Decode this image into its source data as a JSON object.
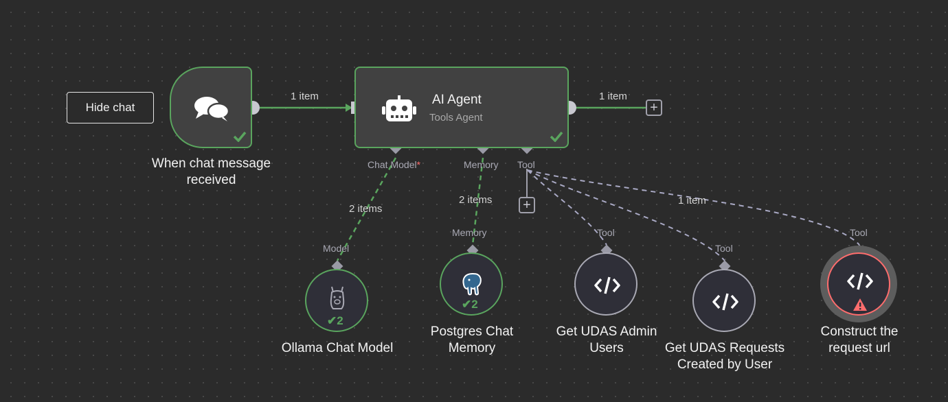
{
  "toolbar": {
    "hide_chat_label": "Hide chat"
  },
  "colors": {
    "success": "#5aa55e",
    "error": "#ff6d6d",
    "muted": "#a9a9b4",
    "canvas": "#2b2b2b"
  },
  "nodes": {
    "trigger": {
      "label_line1": "When chat message",
      "label_line2": "received",
      "icon": "chat-bubbles-icon"
    },
    "agent": {
      "title": "AI Agent",
      "subtitle": "Tools Agent",
      "icon": "robot-icon"
    },
    "ollama": {
      "label": "Ollama Chat Model",
      "count": "2",
      "icon": "llama-icon"
    },
    "postgres": {
      "label_line1": "Postgres Chat",
      "label_line2": "Memory",
      "count": "2",
      "icon": "postgres-elephant-icon"
    },
    "get_admin": {
      "label_line1": "Get UDAS Admin",
      "label_line2": "Users",
      "icon": "code-icon"
    },
    "get_requests": {
      "label_line1": "Get UDAS Requests",
      "label_line2": "Created by User",
      "icon": "code-icon"
    },
    "construct_url": {
      "label_line1": "Construct the",
      "label_line2": "request url",
      "icon": "code-icon",
      "status_icon": "warning-icon"
    }
  },
  "ports": {
    "chat_model": "Chat Model",
    "chat_model_required": "*",
    "memory": "Memory",
    "tool": "Tool",
    "model_in": "Model",
    "memory_in": "Memory",
    "tool_in": "Tool"
  },
  "edges": {
    "trigger_to_agent": "1 item",
    "agent_out": "1 item",
    "model_link": "2 items",
    "memory_link": "2 items",
    "tool_link": "1 item"
  }
}
